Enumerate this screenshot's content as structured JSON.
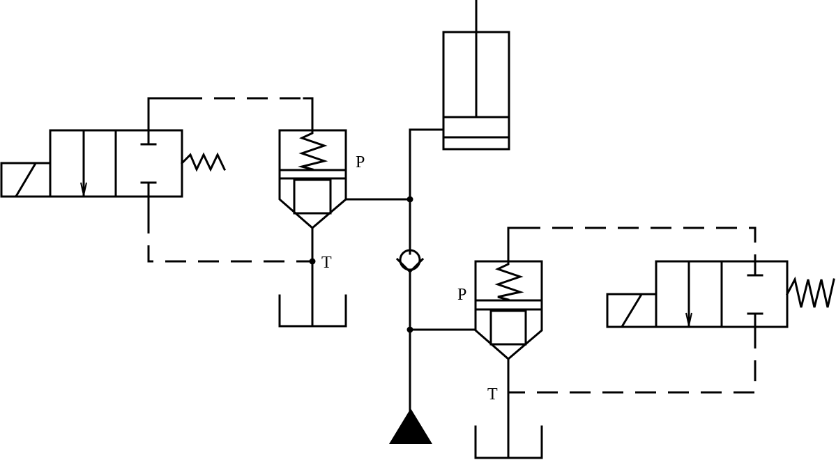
{
  "labels": {
    "upper_relief_pressure": "P",
    "upper_relief_tank": "T",
    "lower_relief_pressure": "P",
    "lower_relief_tank": "T"
  }
}
